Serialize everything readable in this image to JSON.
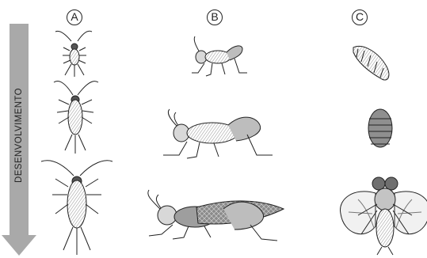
{
  "development_arrow": {
    "label": "DESENVOLVIMENTO",
    "color": "#a9a9a9",
    "direction": "down"
  },
  "columns": [
    {
      "id": "A",
      "label": "A",
      "stages": [
        "small-silverfish",
        "medium-silverfish",
        "large-silverfish"
      ]
    },
    {
      "id": "B",
      "label": "B",
      "stages": [
        "grasshopper-nymph-small",
        "grasshopper-nymph-large",
        "grasshopper-adult"
      ]
    },
    {
      "id": "C",
      "label": "C",
      "stages": [
        "larva",
        "pupa",
        "adult-fly"
      ]
    }
  ]
}
